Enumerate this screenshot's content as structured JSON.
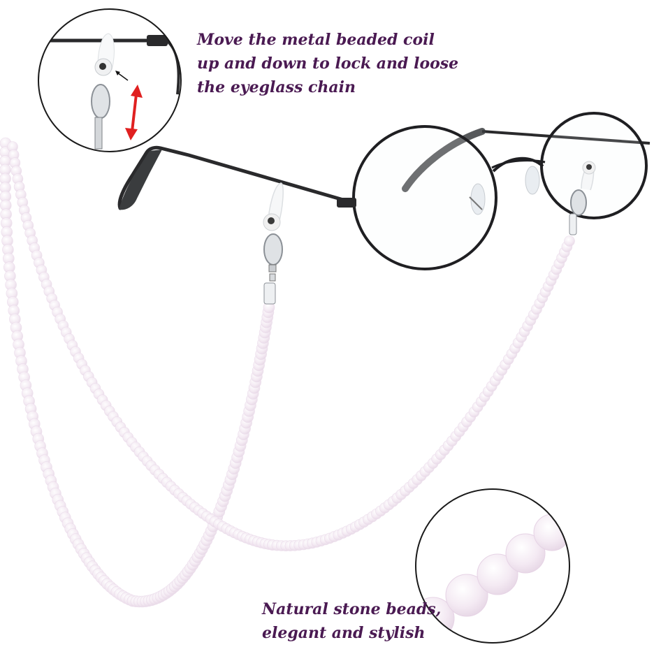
{
  "captions": {
    "coil": {
      "lines": [
        "Move the metal beaded coil",
        "up and down to lock and loose",
        "the eyeglass chain"
      ]
    },
    "beads": {
      "lines": [
        "Natural stone beads,",
        "elegant and stylish"
      ]
    }
  },
  "colors": {
    "caption_text": "#4a1a52",
    "frame_metal": "#1f1f22",
    "bead": "#f3e8f2",
    "bead_edge": "#e4d2e3",
    "arrow": "#e02020",
    "circle_outline": "#1a1a1a"
  }
}
